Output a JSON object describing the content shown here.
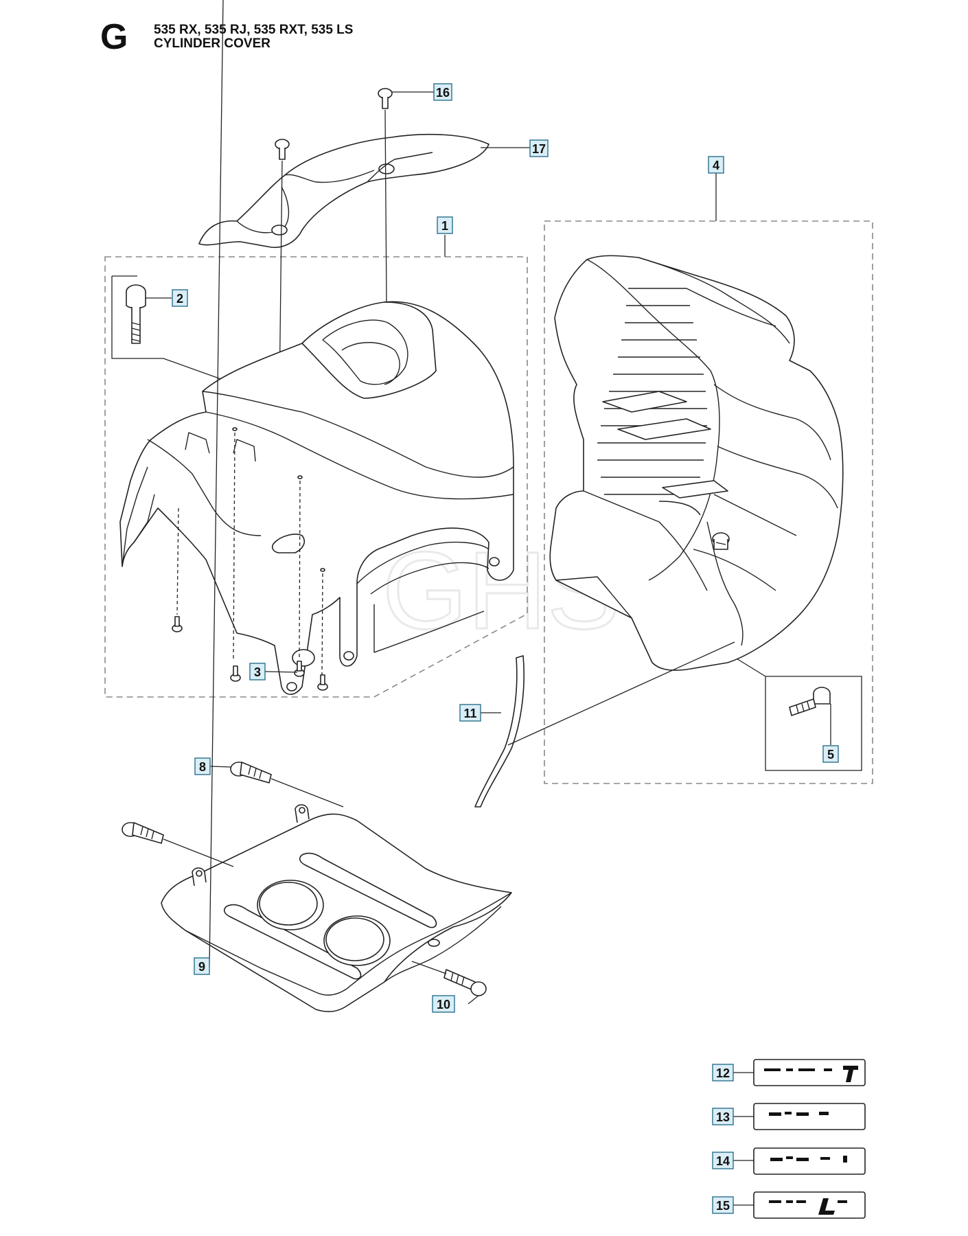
{
  "header": {
    "section_letter": "G",
    "models": "535 RX, 535 RJ, 535 RXT, 535 LS",
    "title": "CYLINDER COVER"
  },
  "callouts": [
    "1",
    "2",
    "3",
    "4",
    "5",
    "8",
    "9",
    "10",
    "11",
    "12",
    "13",
    "14",
    "15",
    "16",
    "17"
  ],
  "colors": {
    "callout_fill": "#d9eef6",
    "callout_border": "#2a6f8c",
    "line": "#222222",
    "dash": "#888888",
    "watermark": "#e6e6e6"
  },
  "watermark_text": "GHS"
}
